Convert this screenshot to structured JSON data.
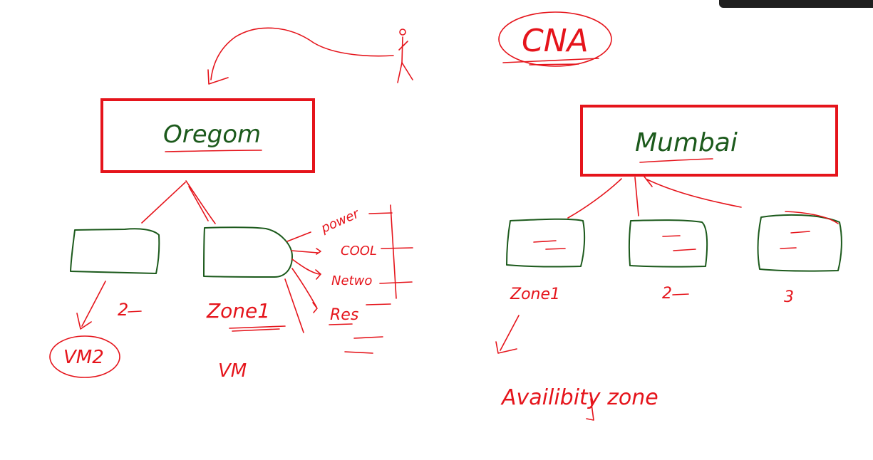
{
  "colors": {
    "ink_red": "#e5141b",
    "ink_green": "#1c5a1c",
    "background": "#ffffff",
    "toolbar": "#1f1f1f"
  },
  "labels": {
    "cna": "CNA",
    "region_left": "Oregom",
    "region_right": "Mumbai",
    "left_zone_2": "2",
    "left_zone_1": "Zone1",
    "vm2": "VM2",
    "vm": "VM",
    "facility_power": "power",
    "facility_cool": "COOL",
    "facility_network": "Netwo",
    "facility_res": "Res",
    "right_zone_1": "Zone1",
    "right_zone_2": "2",
    "right_zone_3": "3",
    "availability_zone": "Availibity zone"
  }
}
